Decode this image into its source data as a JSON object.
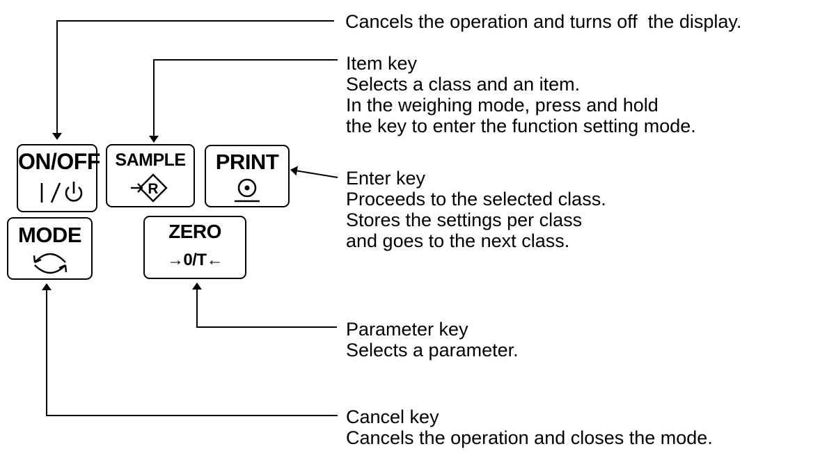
{
  "keys": {
    "onoff": {
      "label": "ON/OFF",
      "symbol": "|/⏻"
    },
    "sample": {
      "label": "SAMPLE",
      "symbol": "→R"
    },
    "print": {
      "label": "PRINT",
      "symbol": "⊙"
    },
    "mode": {
      "label": "MODE",
      "symbol": "⟲⟳"
    },
    "zero": {
      "label": "ZERO",
      "symbol": "→0/T←"
    }
  },
  "annotations": {
    "onoff": {
      "lines": [
        "Cancels the operation and turns off  the display."
      ]
    },
    "sample": {
      "lines": [
        "Item key",
        "Selects a class and an item.",
        "In the weighing mode, press and hold",
        "the key to enter the function setting mode."
      ]
    },
    "print": {
      "lines": [
        "Enter key",
        "Proceeds to the selected class.",
        "Stores the settings per class",
        "and goes to the next class."
      ]
    },
    "zero": {
      "lines": [
        "Parameter key",
        "Selects a parameter."
      ]
    },
    "mode": {
      "lines": [
        "Cancel key",
        "Cancels the operation and closes the mode."
      ]
    }
  }
}
